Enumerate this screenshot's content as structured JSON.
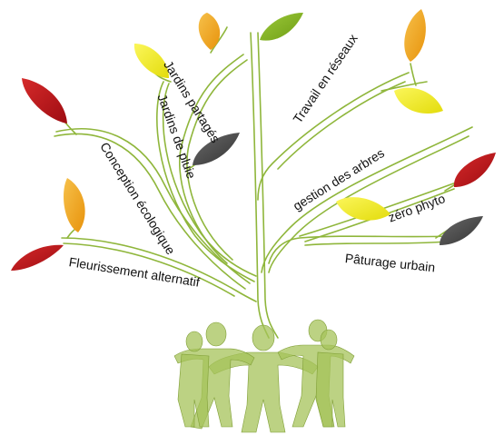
{
  "labels": {
    "jardins_partages": "Jardins partagés",
    "travail_en_reseaux": "Travail en réseaux",
    "jardins_de_pluie": "Jardins de pluie",
    "conception_ecologique": "Conception écologique",
    "gestion_des_arbres": "gestion des arbres",
    "zero_phyto": "zéro phyto",
    "paturage_urbain": "Pâturage urbain",
    "fleurissement_alternatif": "Fleurissement alternatif"
  },
  "colors": {
    "branch": "#8fb63b",
    "branch_light": "#c9dd8f",
    "people": "#a6c35a",
    "leaf_orange": "#f0a91b",
    "leaf_yellow": "#f2ee1a",
    "leaf_red": "#c4131a",
    "leaf_grey": "#4d4d4d",
    "leaf_green": "#86b81e"
  },
  "leaf_icons": [
    "leaf-icon-orange",
    "leaf-icon-yellow",
    "leaf-icon-red",
    "leaf-icon-grey",
    "leaf-icon-green"
  ]
}
